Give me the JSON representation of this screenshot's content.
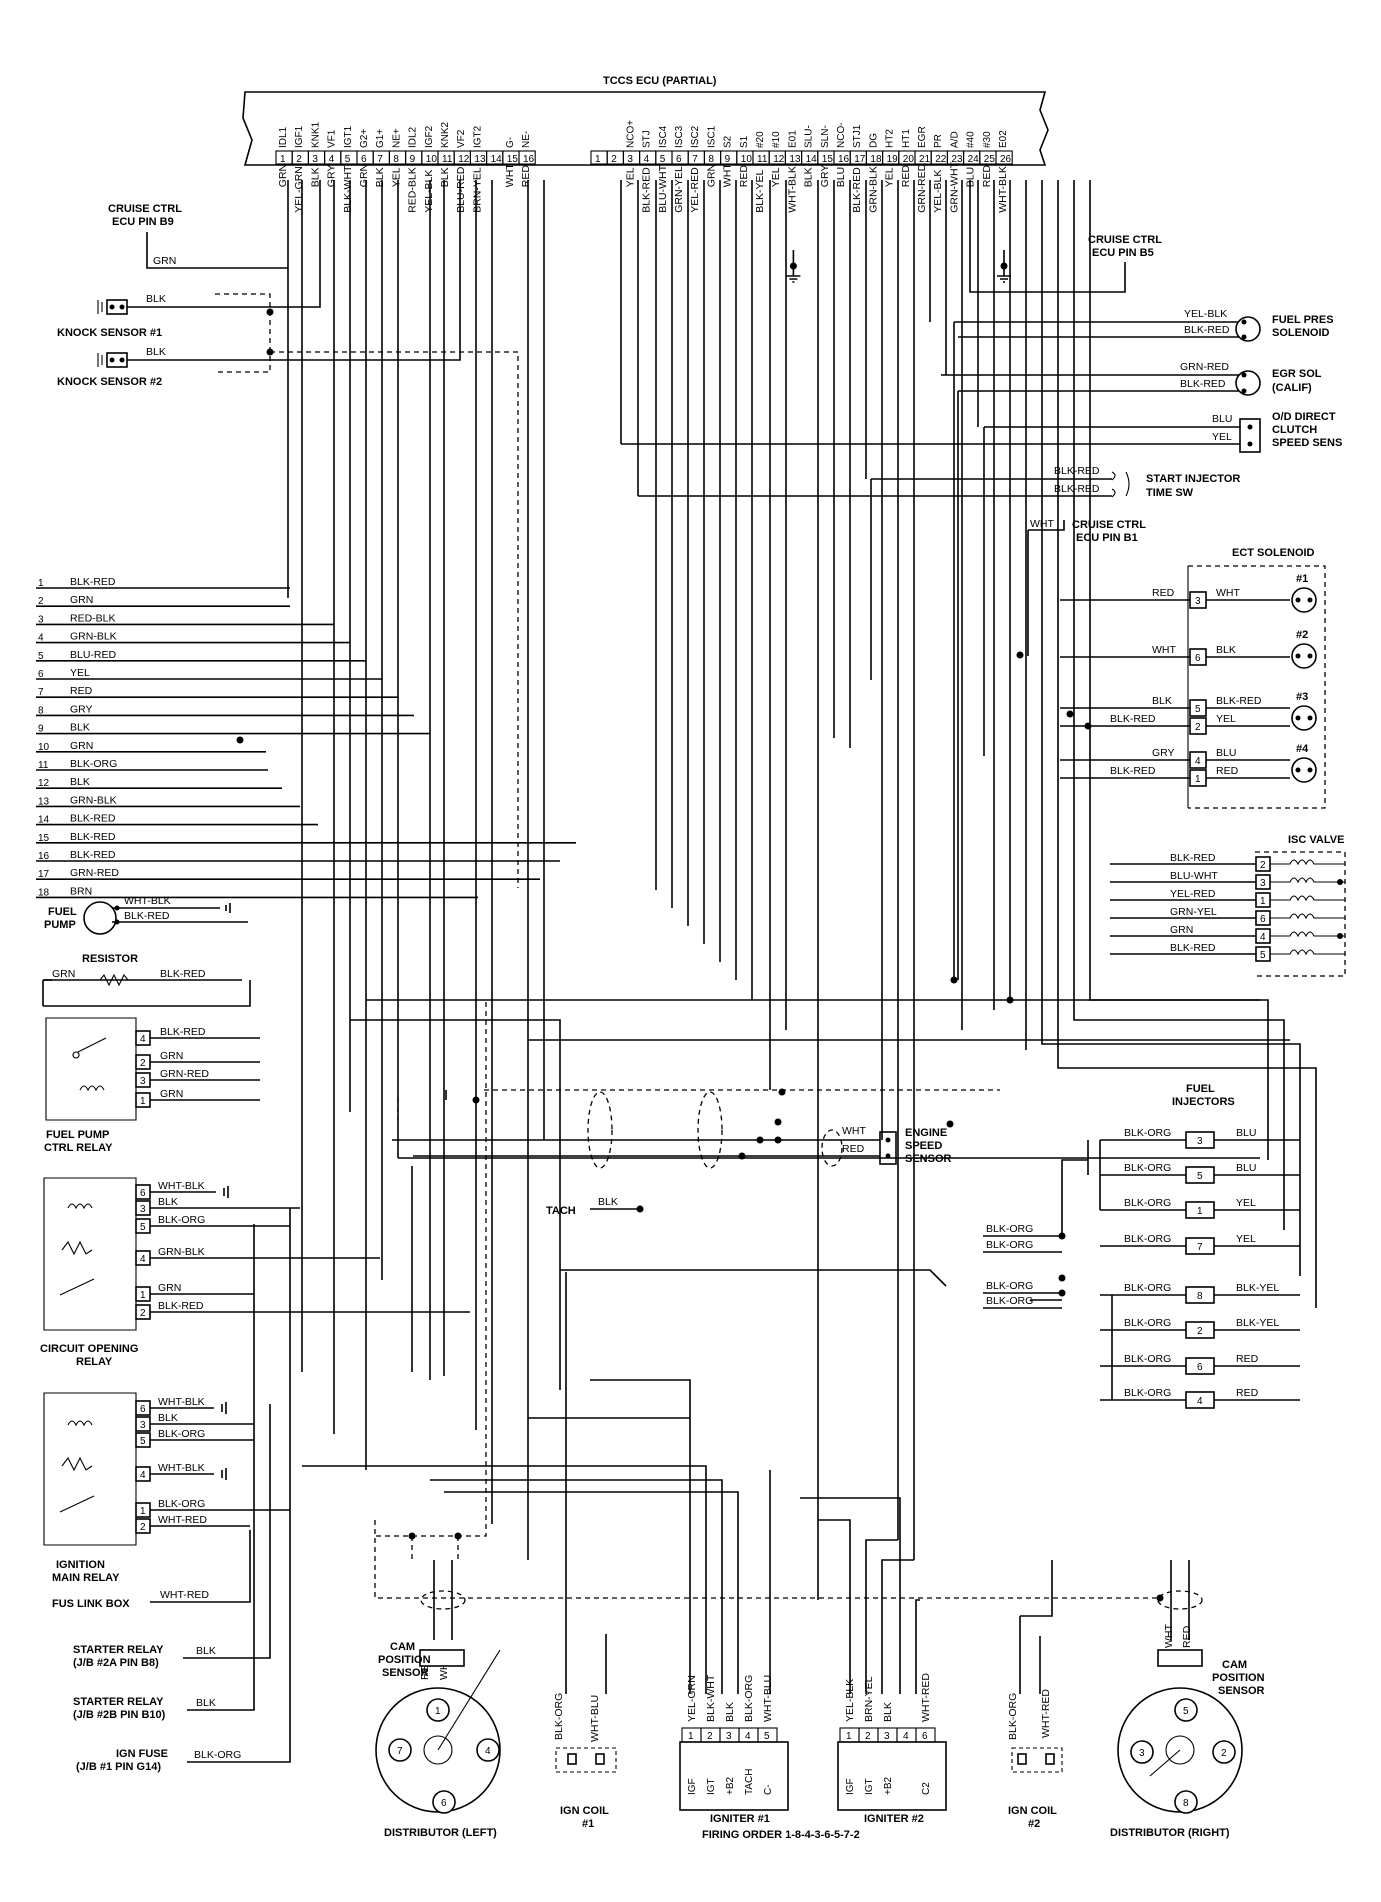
{
  "ecu": {
    "title": "TCCS ECU (PARTIAL)",
    "left_pins": [
      "IDL1",
      "IGF1",
      "KNK1",
      "VF1",
      "IGT1",
      "G2+",
      "G1+",
      "NE+",
      "IDL2",
      "IGF2",
      "KNK2",
      "VF2",
      "IGT2",
      "",
      "G-",
      "NE-"
    ],
    "left_pin_numbers": [
      "1",
      "2",
      "3",
      "4",
      "5",
      "6",
      "7",
      "8",
      "9",
      "10",
      "11",
      "12",
      "13",
      "14",
      "15",
      "16"
    ],
    "left_wires": [
      "GRN",
      "YEL-GRN",
      "BLK",
      "GRY",
      "BLK-WHT",
      "GRN",
      "BLK",
      "YEL",
      "RED-BLK",
      "YEL-BLK",
      "BLK",
      "BLU-RED",
      "BRN-YEL",
      "",
      "WHT",
      "RED"
    ],
    "right_pins": [
      "",
      "",
      "NCO+",
      "STJ",
      "ISC4",
      "ISC3",
      "ISC2",
      "ISC1",
      "S2",
      "S1",
      "#20",
      "#10",
      "E01",
      "SLU-",
      "SLN-",
      "NCO-",
      "STJ1",
      "DG",
      "HT2",
      "HT1",
      "EGR",
      "PR",
      "A/D",
      "#40",
      "#30",
      "E02"
    ],
    "right_pin_numbers": [
      "1",
      "2",
      "3",
      "4",
      "5",
      "6",
      "7",
      "8",
      "9",
      "10",
      "11",
      "12",
      "13",
      "14",
      "15",
      "16",
      "17",
      "18",
      "19",
      "20",
      "21",
      "22",
      "23",
      "24",
      "25",
      "26"
    ],
    "right_wires": [
      "",
      "",
      "YEL",
      "BLK-RED",
      "BLU-WHT",
      "GRN-YEL",
      "YEL-RED",
      "GRN",
      "WHT",
      "RED",
      "BLK-YEL",
      "YEL",
      "WHT-BLK",
      "BLK",
      "GRY",
      "BLU",
      "BLK-RED",
      "GRN-BLK",
      "YEL",
      "RED",
      "GRN-RED",
      "YEL-BLK",
      "GRN-WHT",
      "BLU",
      "RED",
      "WHT-BLK"
    ]
  },
  "connector_rows": {
    "numbers": [
      "1",
      "2",
      "3",
      "4",
      "5",
      "6",
      "7",
      "8",
      "9",
      "10",
      "11",
      "12",
      "13",
      "14",
      "15",
      "16",
      "17",
      "18"
    ],
    "wires": [
      "BLK-RED",
      "GRN",
      "RED-BLK",
      "GRN-BLK",
      "BLU-RED",
      "YEL",
      "RED",
      "GRY",
      "BLK",
      "GRN",
      "BLK-ORG",
      "BLK",
      "GRN-BLK",
      "BLK-RED",
      "BLK-RED",
      "BLK-RED",
      "GRN-RED",
      "BRN"
    ]
  },
  "labels": {
    "cruise_b9": [
      "CRUISE CTRL",
      "ECU PIN B9"
    ],
    "cruise_b9_wire": "GRN",
    "knock1": "KNOCK SENSOR #1",
    "knock1_wire": "BLK",
    "knock2": "KNOCK SENSOR #2",
    "knock2_wire": "BLK",
    "cruise_b5": [
      "CRUISE CTRL",
      "ECU PIN B5"
    ],
    "fuel_pres": [
      "FUEL PRES",
      "SOLENOID"
    ],
    "fuel_pres_wires": [
      "YEL-BLK",
      "BLK-RED"
    ],
    "egr_sol": [
      "EGR SOL",
      "(CALIF)"
    ],
    "egr_sol_wires": [
      "GRN-RED",
      "BLK-RED"
    ],
    "od_direct": [
      "O/D DIRECT",
      "CLUTCH",
      "SPEED SENS"
    ],
    "od_direct_wires": [
      "BLU",
      "YEL"
    ],
    "start_injector": [
      "START INJECTOR",
      "TIME SW"
    ],
    "start_injector_wires": [
      "BLK-RED",
      "BLK-RED"
    ],
    "cruise_b1": [
      "CRUISE CTRL",
      "ECU PIN B1"
    ],
    "cruise_b1_wire": "WHT",
    "ect_title": "ECT SOLENOID",
    "ect_numbers": [
      "#1",
      "#2",
      "#3",
      "#4"
    ],
    "ect_in_wires": [
      "RED",
      "WHT",
      "BLK",
      "BLK-RED",
      "GRY",
      "BLK-RED"
    ],
    "ect_pins": [
      "3",
      "6",
      "5",
      "2",
      "4",
      "1"
    ],
    "ect_out_wires": [
      "WHT",
      "BLK",
      "BLK-RED",
      "YEL",
      "BLU",
      "RED"
    ],
    "isc_title": "ISC VALVE",
    "isc_wires": [
      "BLK-RED",
      "BLU-WHT",
      "YEL-RED",
      "GRN-YEL",
      "GRN",
      "BLK-RED"
    ],
    "isc_pins": [
      "2",
      "3",
      "1",
      "6",
      "4",
      "5"
    ],
    "fuel_pump": [
      "FUEL",
      "PUMP"
    ],
    "fuel_pump_wires": [
      "WHT-BLK",
      "BLK-RED"
    ],
    "resistor": "RESISTOR",
    "resistor_wires": [
      "GRN",
      "BLK-RED"
    ],
    "fp_relay": [
      "FUEL PUMP",
      "CTRL RELAY"
    ],
    "fp_relay_pins": [
      "4",
      "2",
      "3",
      "1"
    ],
    "fp_relay_wires": [
      "BLK-RED",
      "GRN",
      "GRN-RED",
      "GRN"
    ],
    "engine_speed": [
      "ENGINE",
      "SPEED",
      "SENSOR"
    ],
    "engine_speed_wires": [
      "WHT",
      "RED"
    ],
    "tach": "TACH",
    "tach_wire": "BLK",
    "fuel_injectors": [
      "FUEL",
      "INJECTORS"
    ],
    "inj_pins": [
      "3",
      "5",
      "1",
      "7",
      "8",
      "2",
      "6",
      "4"
    ],
    "inj_in_wires": [
      "BLK-ORG",
      "BLK-ORG",
      "BLK-ORG",
      "BLK-ORG",
      "BLK-ORG",
      "BLK-ORG",
      "BLK-ORG",
      "BLK-ORG"
    ],
    "inj_out_wires": [
      "BLU",
      "BLU",
      "YEL",
      "YEL",
      "BLK-YEL",
      "BLK-YEL",
      "RED",
      "RED"
    ],
    "inj_bus_wires": [
      "BLK-ORG",
      "BLK-ORG",
      "BLK-ORG",
      "BLK-ORG"
    ],
    "cor_relay": [
      "CIRCUIT OPENING",
      "RELAY"
    ],
    "cor_pins": [
      "6",
      "3",
      "5",
      "4",
      "1",
      "2"
    ],
    "cor_wires": [
      "WHT-BLK",
      "BLK",
      "BLK-ORG",
      "GRN-BLK",
      "GRN",
      "BLK-RED"
    ],
    "ign_relay": [
      "IGNITION",
      "MAIN RELAY"
    ],
    "ign_pins": [
      "6",
      "3",
      "5",
      "4",
      "1",
      "2"
    ],
    "ign_wires": [
      "WHT-BLK",
      "BLK",
      "BLK-ORG",
      "WHT-BLK",
      "BLK-ORG",
      "WHT-RED"
    ],
    "fus_link": "FUS LINK BOX",
    "fus_link_wire": "WHT-RED",
    "starter1": [
      "STARTER RELAY",
      "(J/B #2A PIN B8)"
    ],
    "starter1_wire": "BLK",
    "starter2": [
      "STARTER RELAY",
      "(J/B #2B PIN B10)"
    ],
    "starter2_wire": "BLK",
    "ign_fuse": [
      "IGN FUSE",
      "(J/B #1 PIN G14)"
    ],
    "ign_fuse_wire": "BLK-ORG",
    "cam_left": [
      "CAM",
      "POSITION",
      "SENSOR"
    ],
    "cam_left_wires": [
      "RED",
      "WHT"
    ],
    "dist_left": "DISTRIBUTOR (LEFT)",
    "dist_left_nums": [
      "1",
      "7",
      "4",
      "6"
    ],
    "coil1": [
      "IGN COIL",
      "#1"
    ],
    "coil1_wires": [
      "BLK-ORG",
      "WHT-BLU"
    ],
    "igniter1": "IGNITER #1",
    "igniter1_pins": [
      "1",
      "2",
      "3",
      "4",
      "5"
    ],
    "igniter1_terms": [
      "IGF",
      "IGT",
      "+B2",
      "TACH",
      "C-"
    ],
    "igniter1_wires": [
      "YEL-GRN",
      "BLK-WHT",
      "BLK",
      "BLK-ORG",
      "WHT-BLU"
    ],
    "firing_order": "FIRING ORDER 1-8-4-3-6-5-7-2",
    "igniter2": "IGNITER #2",
    "igniter2_pins": [
      "1",
      "2",
      "3",
      "4",
      "6"
    ],
    "igniter2_terms": [
      "IGF",
      "IGT",
      "+B2",
      "C2"
    ],
    "igniter2_wires": [
      "YEL-BLK",
      "BRN-YEL",
      "BLK",
      "WHT-RED"
    ],
    "coil2": [
      "IGN COIL",
      "#2"
    ],
    "coil2_wires": [
      "BLK-ORG",
      "WHT-RED"
    ],
    "cam_right": [
      "CAM",
      "POSITION",
      "SENSOR"
    ],
    "cam_right_wires": [
      "WHT",
      "RED"
    ],
    "dist_right": "DISTRIBUTOR (RIGHT)",
    "dist_right_nums": [
      "5",
      "3",
      "2",
      "8"
    ]
  }
}
